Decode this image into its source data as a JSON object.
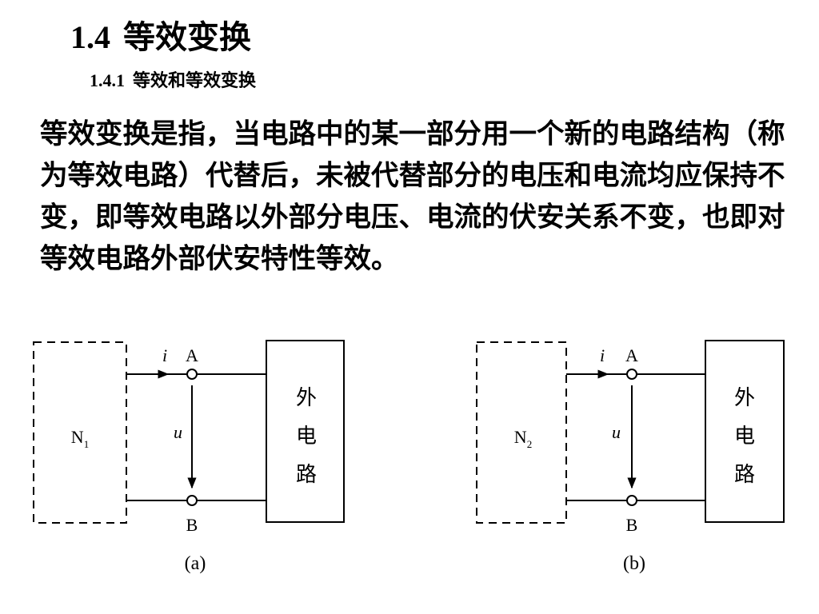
{
  "heading": {
    "number": "1.4",
    "text": "等效变换"
  },
  "subheading": {
    "number": "1.4.1",
    "text": "等效和等效变换"
  },
  "paragraph": "等效变换是指，当电路中的某一部分用一个新的电路结构（称为等效电路）代替后，未被代替部分的电压和电流均应保持不变，即等效电路以外部分电压、电流的伏安关系不变，也即对等效电路外部伏安特性等效。",
  "figures": [
    {
      "network": "N",
      "network_sub": "1",
      "current": "i",
      "voltage": "u",
      "terminal_top": "A",
      "terminal_bottom": "B",
      "external_circuit": [
        "外",
        "电",
        "路"
      ],
      "caption": "(a)"
    },
    {
      "network": "N",
      "network_sub": "2",
      "current": "i",
      "voltage": "u",
      "terminal_top": "A",
      "terminal_bottom": "B",
      "external_circuit": [
        "外",
        "电",
        "路"
      ],
      "caption": "(b)"
    }
  ]
}
